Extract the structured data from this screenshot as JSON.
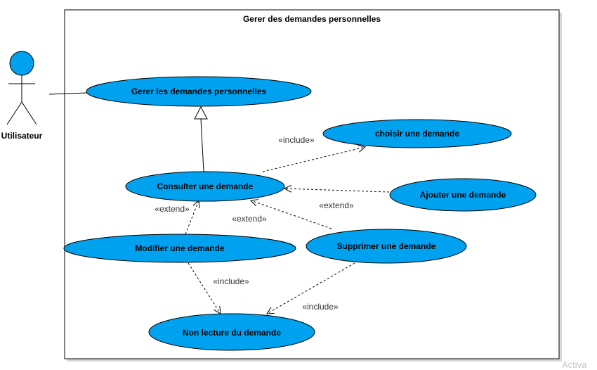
{
  "system": {
    "title": "Gerer des demandes personnelles"
  },
  "actor": {
    "name": "Utilisateur"
  },
  "use_cases": {
    "gerer": "Gerer les demandes personnelles",
    "choisir": "choisir une demande",
    "consulter": "Consulter une demande",
    "ajouter": "Ajouter une demande",
    "modifier": "Modifier une demande",
    "supprimer": "Supprimer une demande",
    "non_lecture": "Non lecture du demande"
  },
  "relations": {
    "include_choisir": "«include»",
    "extend_ajouter": "«extend»",
    "extend_supprimer": "«extend»",
    "extend_modifier": "«extend»",
    "include_modifier": "«include»",
    "include_supprimer": "«include»"
  },
  "watermark": "Activa",
  "colors": {
    "use_case_fill": "#00a2f0",
    "actor_fill": "#00a2f0",
    "stroke": "#000000"
  }
}
